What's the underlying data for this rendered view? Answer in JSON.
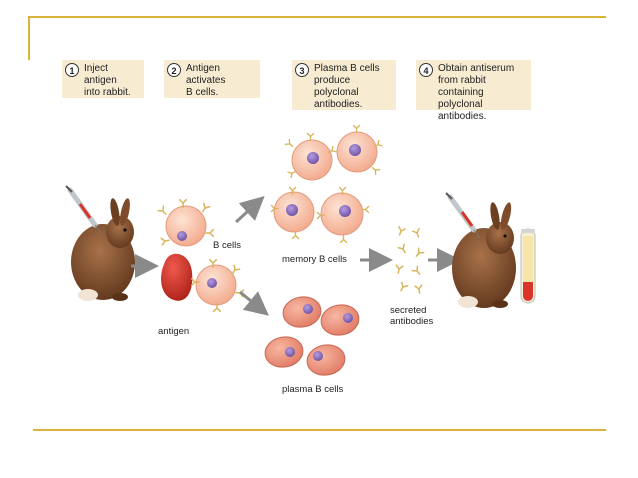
{
  "steps": [
    {
      "num": "1",
      "text": "Inject antigen\ninto rabbit."
    },
    {
      "num": "2",
      "text": "Antigen activates\nB cells."
    },
    {
      "num": "3",
      "text": "Plasma B cells\nproduce polyclonal\nantibodies."
    },
    {
      "num": "4",
      "text": "Obtain antiserum\nfrom rabbit containing\npolyclonal antibodies."
    }
  ],
  "labels": {
    "b_cells": "B cells",
    "antigen": "antigen",
    "memory_b_cells": "memory B cells",
    "plasma_b_cells": "plasma B cells",
    "secreted_antibodies": "secreted\nantibodies"
  },
  "colors": {
    "accent_line": "#d9b23a",
    "step_box": "#f7ecd2",
    "cell_fill": "#f6c0a8",
    "nucleus": "#8a6fb5",
    "antibody": "#d8b45a",
    "antigen_red": "#d9332a",
    "rabbit_brown": "#7a4a2a"
  },
  "icons": [
    "syringe-icon",
    "rabbit-icon",
    "test-tube-icon",
    "arrow-icon",
    "antibody-icon"
  ]
}
